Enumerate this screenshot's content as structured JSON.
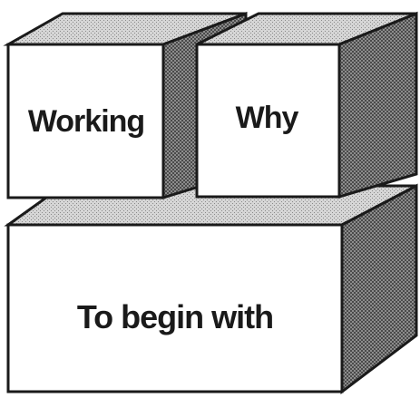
{
  "blocks": [
    {
      "id": "working",
      "label": "Working"
    },
    {
      "id": "why",
      "label": "Why"
    },
    {
      "id": "begin",
      "label": "To begin with"
    }
  ],
  "colors": {
    "outline": "#1a1a1a",
    "front": "#ffffff",
    "shade_light": "#c8c8c8",
    "shade_dark": "#6e6e6e"
  }
}
